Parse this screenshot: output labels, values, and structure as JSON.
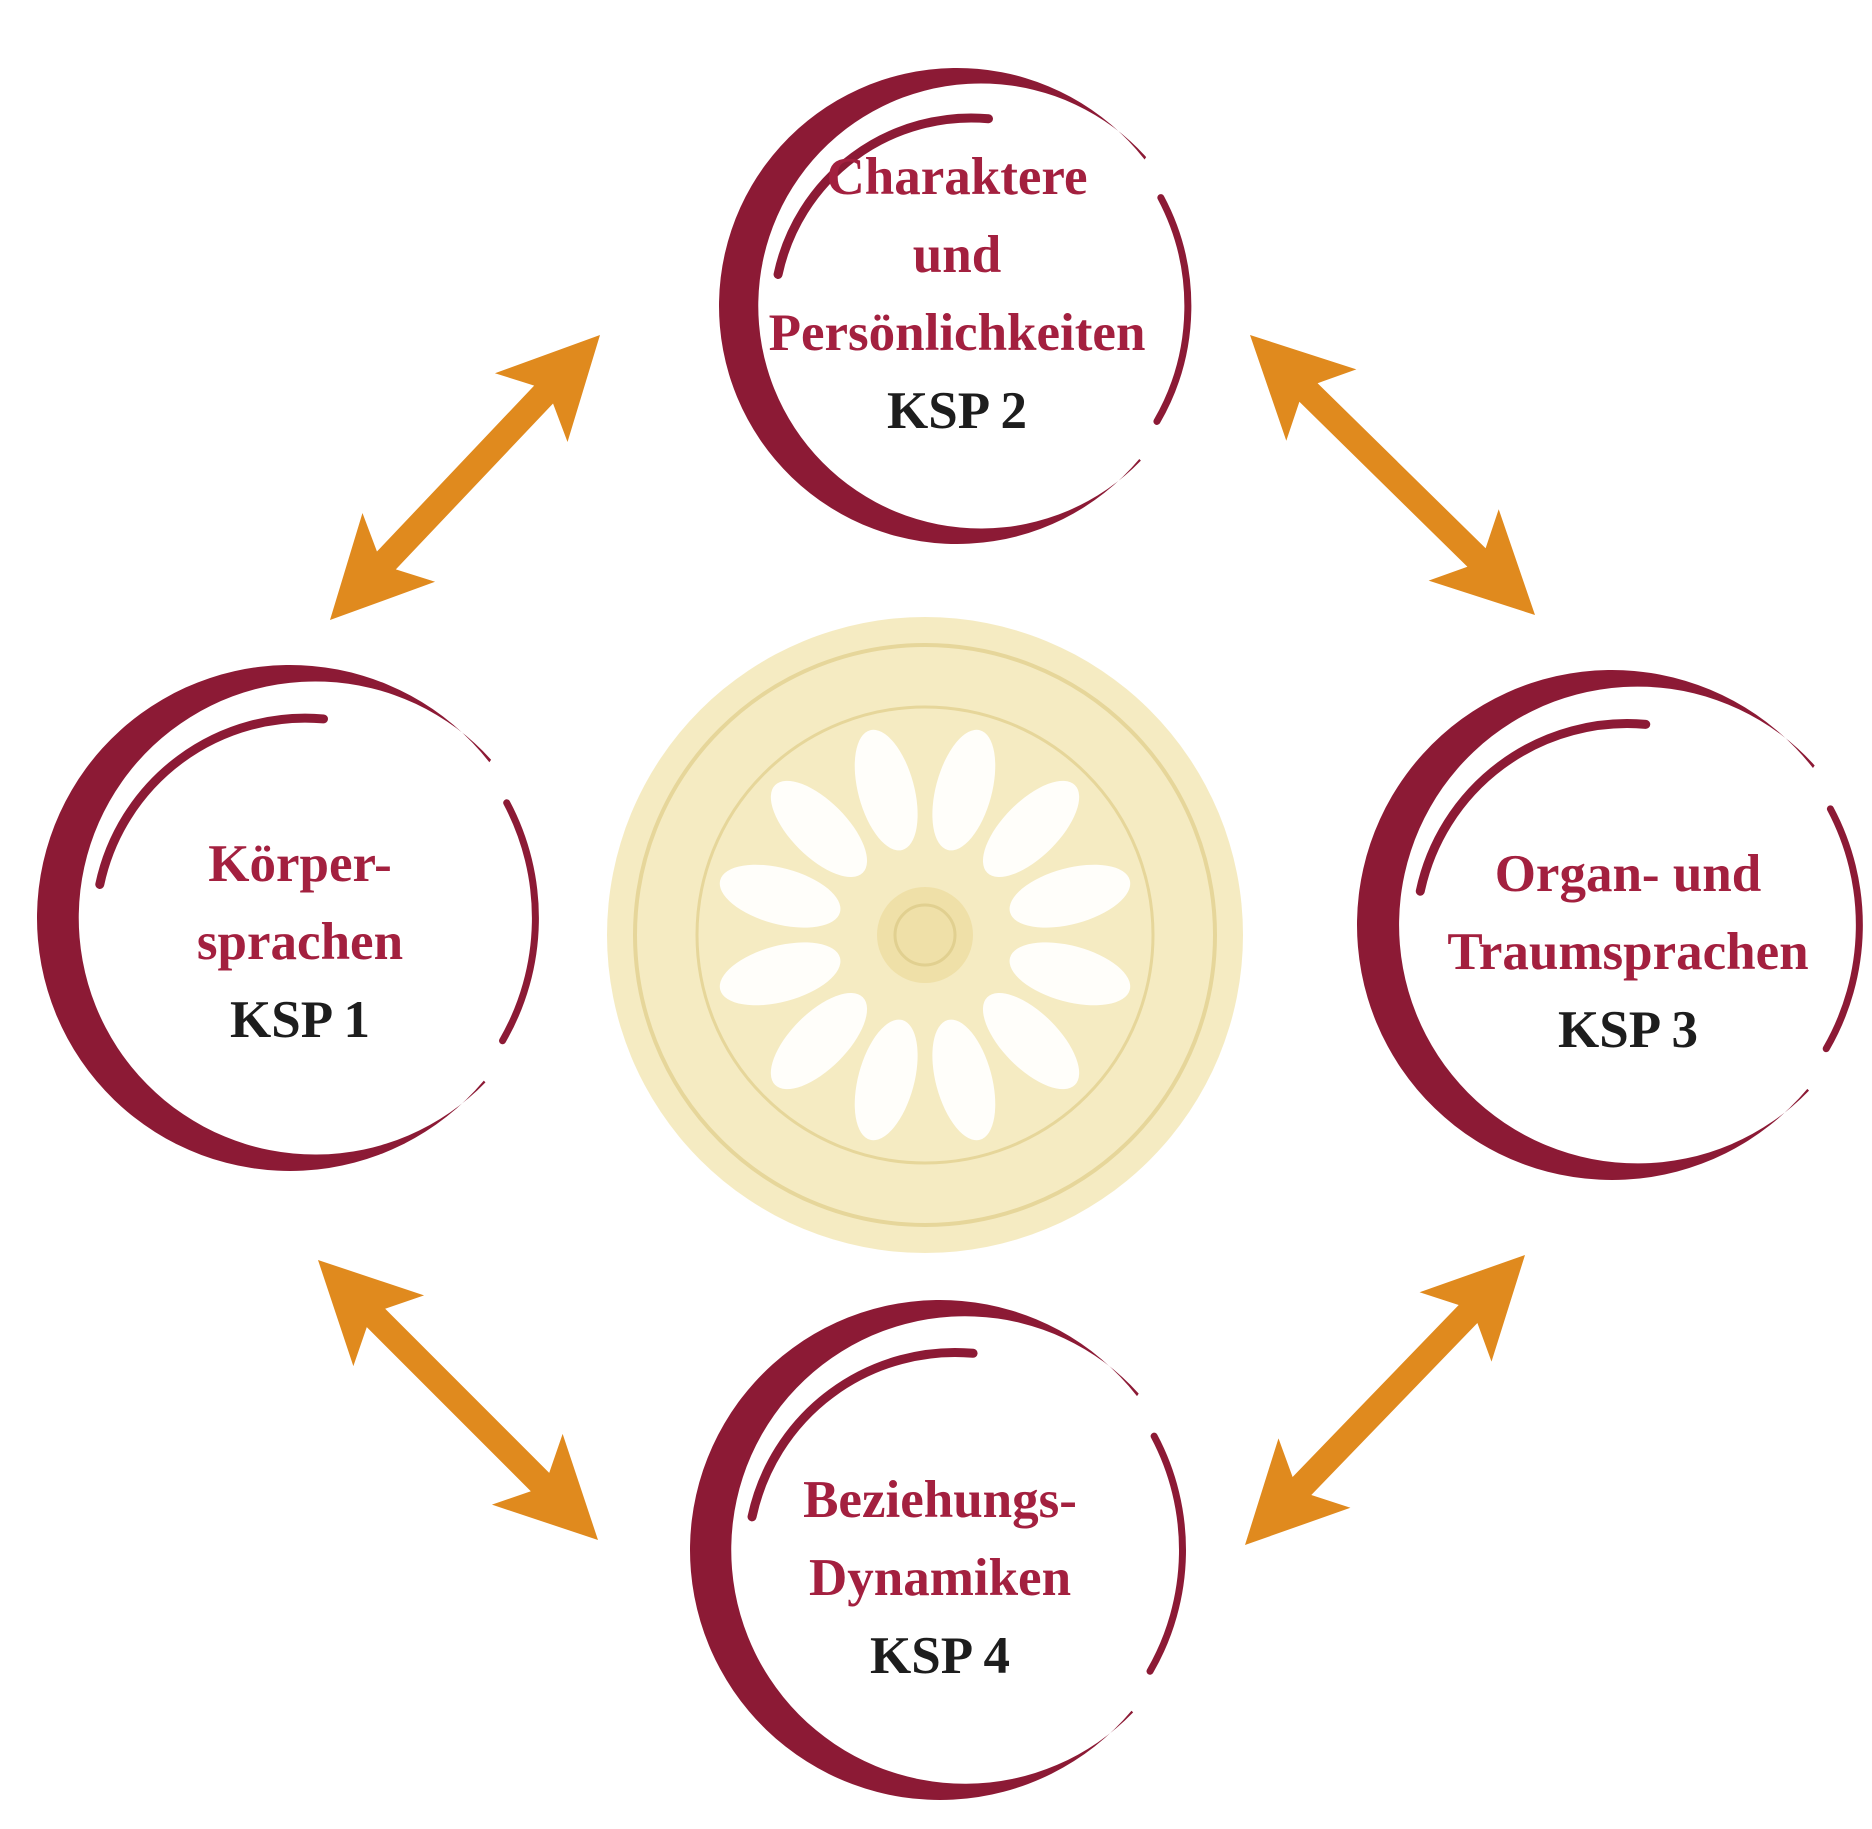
{
  "colors": {
    "ring": "#8c1a35",
    "label": "#a3203f",
    "code": "#1d1d1d",
    "arrow": "#e08a1e",
    "wheel": "#f3e7b7",
    "wheel_hole": "#ffffff",
    "background": "#ffffff"
  },
  "center_icon": "dharma-wheel-icon",
  "arrow_icon": "double-headed-arrow-icon",
  "nodes": {
    "ksp2": {
      "lines": [
        "Charaktere",
        "und",
        "Persönlichkeiten"
      ],
      "code": "KSP 2"
    },
    "ksp1": {
      "lines": [
        "Körper-",
        "sprachen"
      ],
      "code": "KSP 1"
    },
    "ksp3": {
      "lines": [
        "Organ- und",
        "Traumsprachen"
      ],
      "code": "KSP 3"
    },
    "ksp4": {
      "lines": [
        "Beziehungs-",
        "Dynamiken"
      ],
      "code": "KSP 4"
    }
  },
  "connections": [
    {
      "from": "ksp1",
      "to": "ksp2",
      "type": "bidirectional"
    },
    {
      "from": "ksp2",
      "to": "ksp3",
      "type": "bidirectional"
    },
    {
      "from": "ksp1",
      "to": "ksp4",
      "type": "bidirectional"
    },
    {
      "from": "ksp4",
      "to": "ksp3",
      "type": "bidirectional"
    }
  ]
}
